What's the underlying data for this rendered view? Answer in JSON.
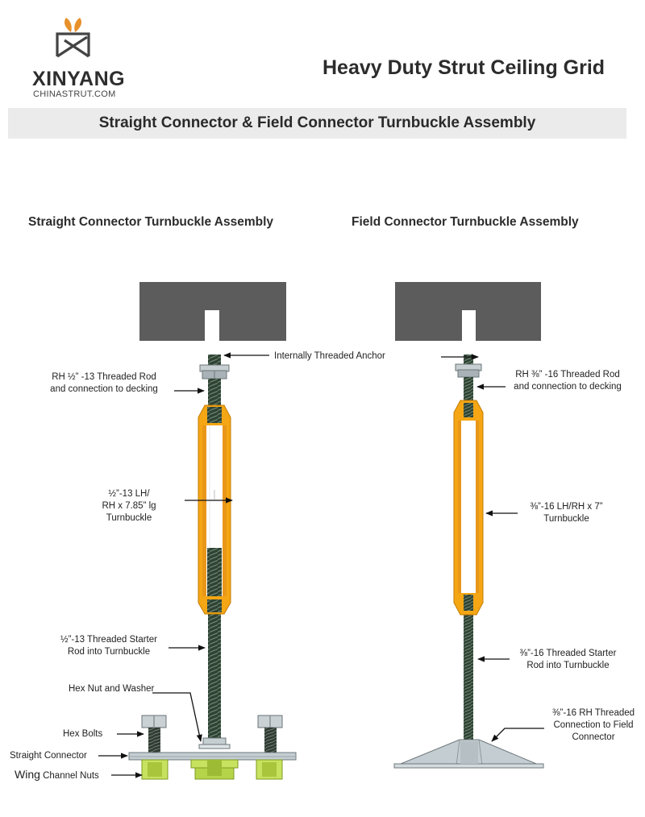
{
  "header": {
    "brand_name": "XINYANG",
    "brand_site": "CHINASTRUT.COM",
    "title": "Heavy Duty Strut Ceiling Grid",
    "subtitle": "Straight Connector & Field Connector Turnbuckle Assembly"
  },
  "colors": {
    "slab": "#5c5c5c",
    "turnbuckle": "#f5a614",
    "rod": "#2e3f33",
    "nut": "#b7c0c3",
    "channel_nut": "#c7e25e",
    "plate": "#c4cdd2",
    "banner": "#ebebeb",
    "logo_leaf": "#e8902a"
  },
  "left": {
    "title": "Straight Connector Turnbuckle Assembly",
    "anchor_label": "Internally Threaded Anchor",
    "rod_label_line1": "RH ½” -13 Threaded Rod",
    "rod_label_line2": "and connection to decking",
    "turnbuckle_line1": "½”-13 LH/",
    "turnbuckle_line2": "RH x 7.85” lg",
    "turnbuckle_line3": "Turnbuckle",
    "starter_line1": "½”-13 Threaded Starter",
    "starter_line2": "Rod into Turnbuckle",
    "hexnut_label": "Hex Nut and Washer",
    "hexbolts_label": "Hex Bolts",
    "connector_label": "Straight Connector",
    "wing_label_word": "Wing",
    "wing_label_rest": " Channel Nuts"
  },
  "right": {
    "title": "Field Connector Turnbuckle Assembly",
    "rod_label_line1": "RH ⅜” -16 Threaded Rod",
    "rod_label_line2": "and connection to decking",
    "turnbuckle_line1": "⅜”-16 LH/RH x 7”",
    "turnbuckle_line2": "Turnbuckle",
    "starter_line1": "⅜”-16 Threaded Starter",
    "starter_line2": "Rod into Turnbuckle",
    "field_line1": "⅜”-16 RH Threaded",
    "field_line2": "Connection to Field",
    "field_line3": "Connector"
  }
}
